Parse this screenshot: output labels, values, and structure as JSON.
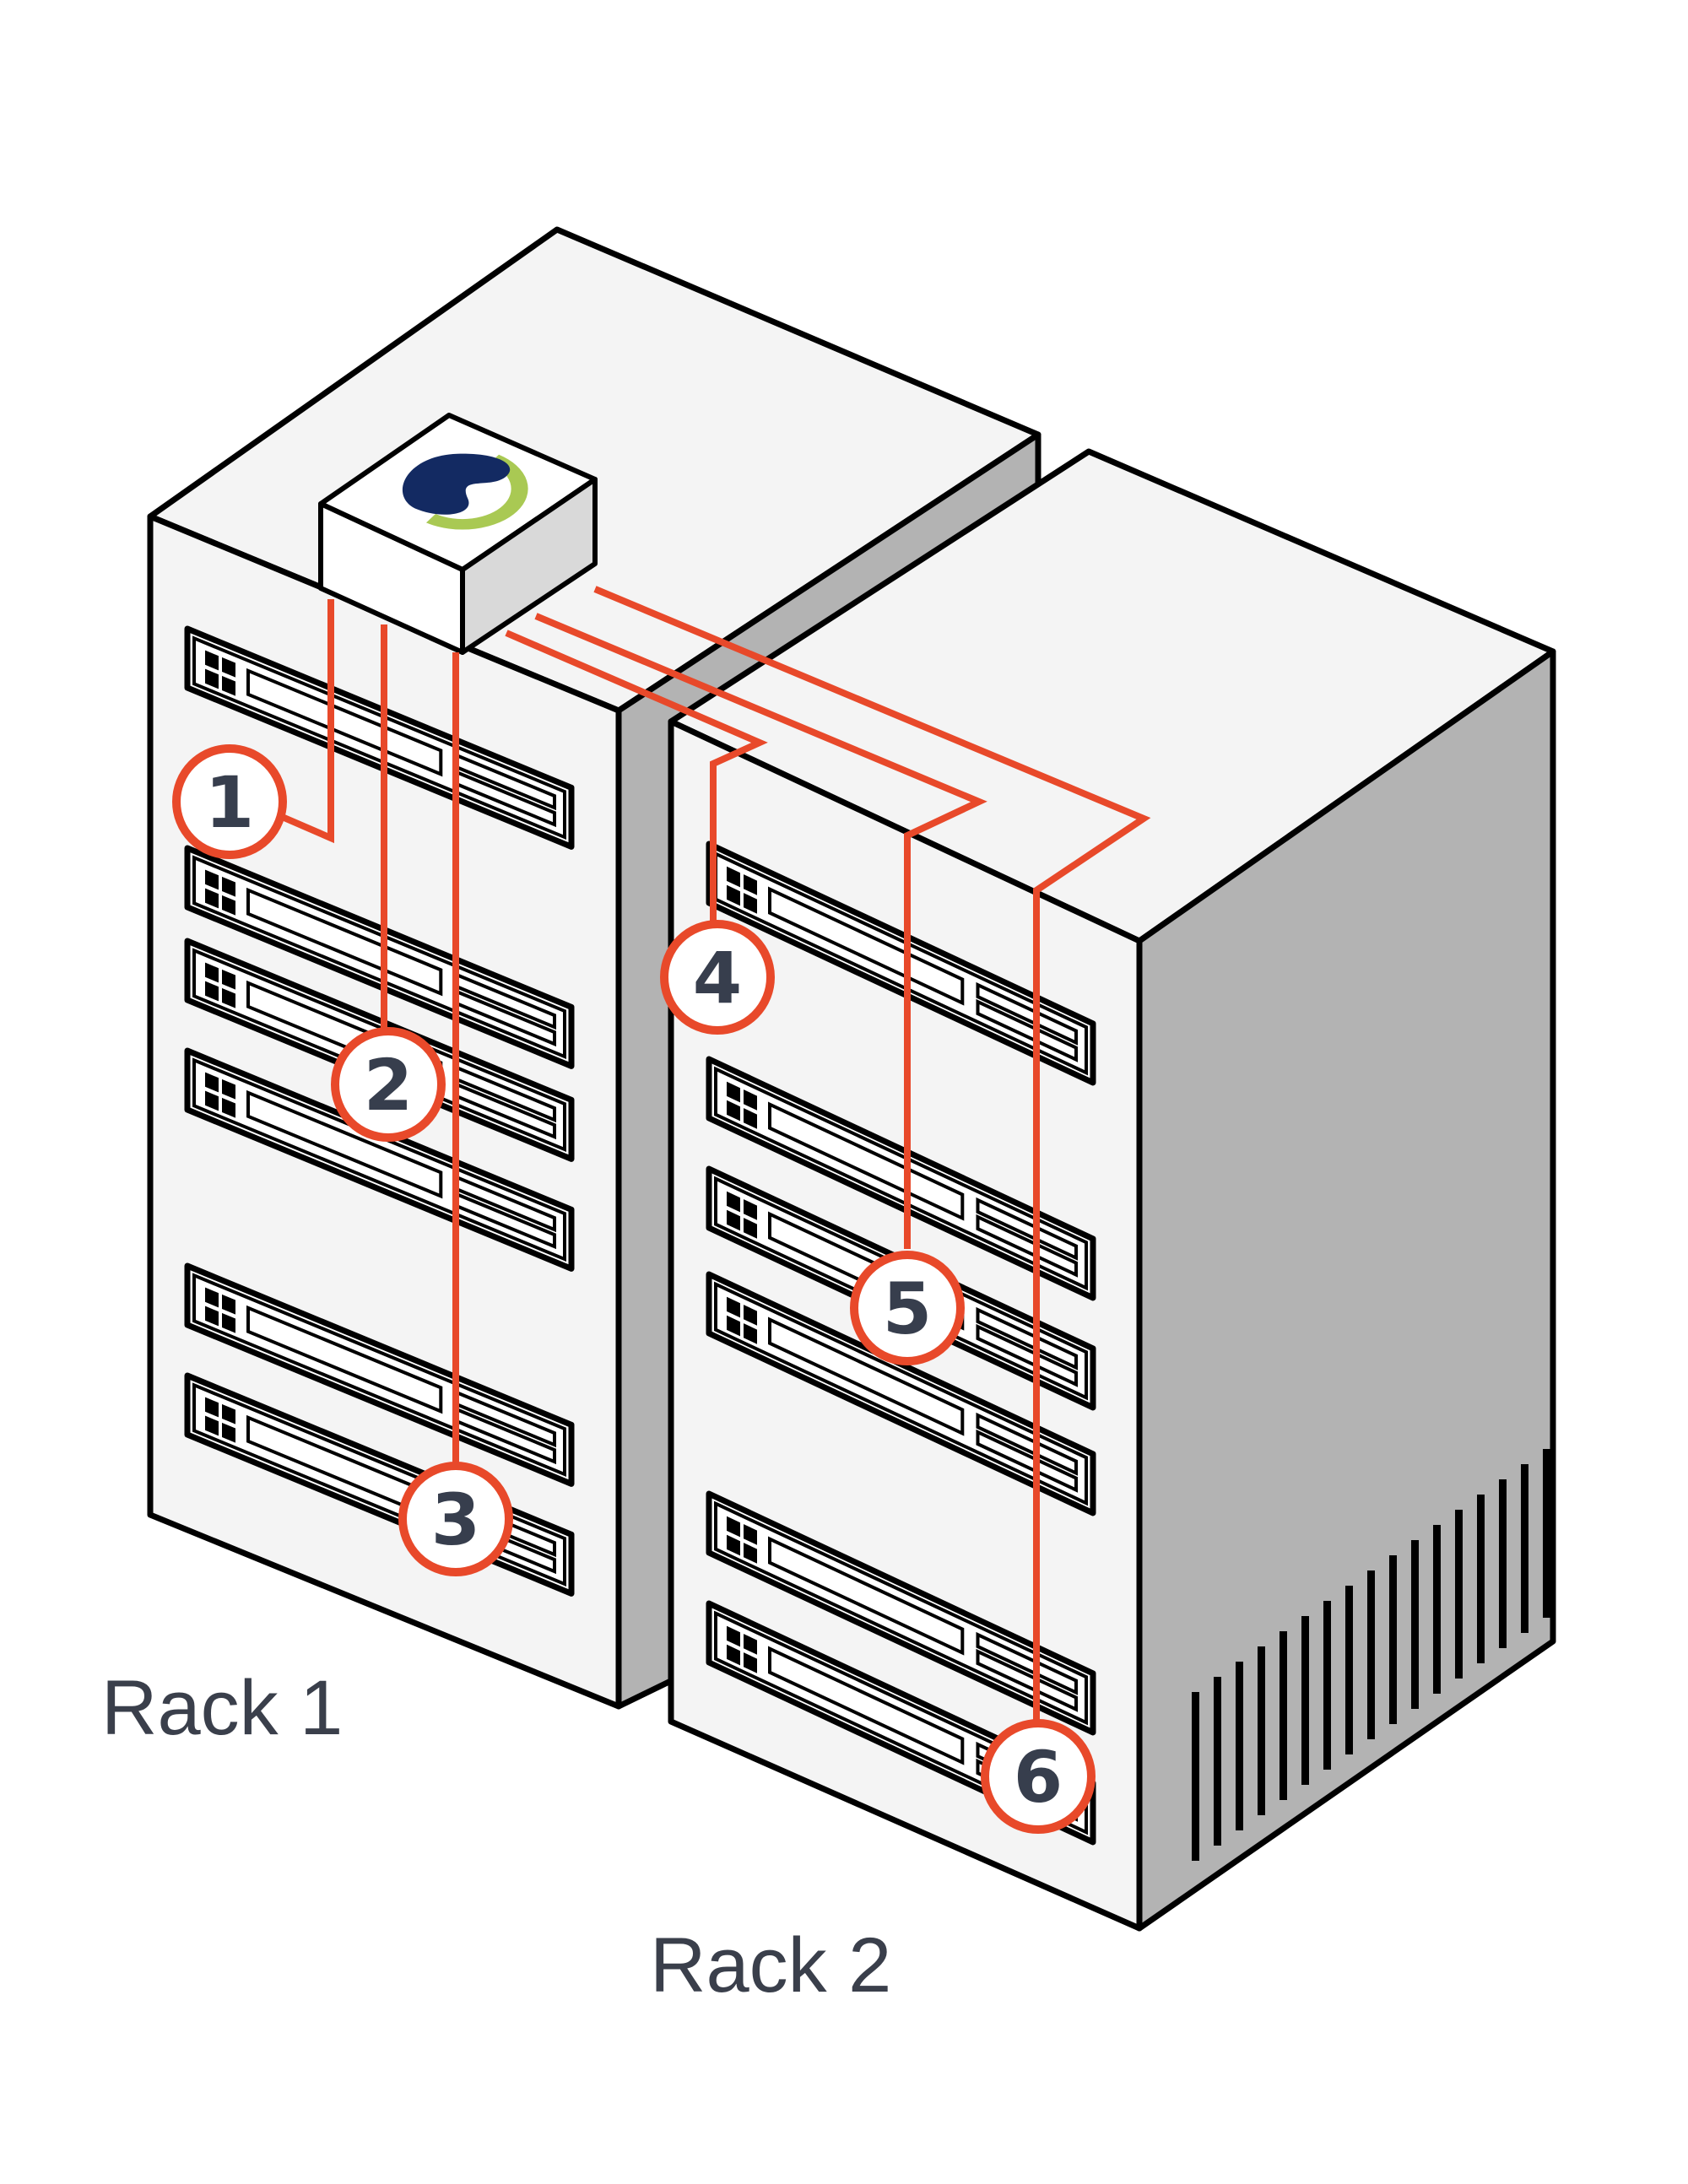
{
  "diagram": {
    "racks": [
      {
        "id": "rack-1",
        "label": "Rack 1"
      },
      {
        "id": "rack-2",
        "label": "Rack 2"
      }
    ],
    "hub": {
      "logo": "hub-logo-icon"
    },
    "connections": [
      {
        "number": "1",
        "rack": "rack-1"
      },
      {
        "number": "2",
        "rack": "rack-1"
      },
      {
        "number": "3",
        "rack": "rack-1"
      },
      {
        "number": "4",
        "rack": "rack-2"
      },
      {
        "number": "5",
        "rack": "rack-2"
      },
      {
        "number": "6",
        "rack": "rack-2"
      }
    ],
    "colors": {
      "outline": "#000000",
      "cabinet_light": "#f4f4f4",
      "cabinet_side": "#b3b3b3",
      "cable": "#e8492a",
      "badge_text": "#373e4d",
      "label_text": "#3a3f4b",
      "logo_navy": "#132a62",
      "logo_green": "#a9c953"
    }
  }
}
